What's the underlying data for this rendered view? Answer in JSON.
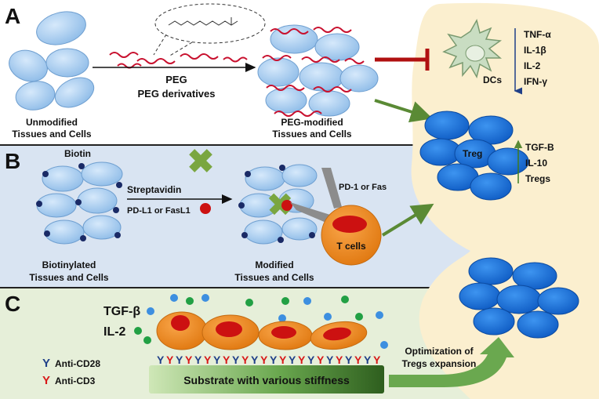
{
  "panel_a": {
    "letter": "A",
    "peg_label": "PEG",
    "peg_derivatives_label": "PEG derivatives",
    "unmodified_line1": "Unmodified",
    "unmodified_line2": "Tissues and Cells",
    "peg_modified_line1": "PEG-modified",
    "peg_modified_line2": "Tissues and Cells",
    "dcs_label": "DCs",
    "cytokines_down": [
      "TNF-α",
      "IL-1β",
      "IL-2",
      "IFN-γ"
    ]
  },
  "panel_b": {
    "letter": "B",
    "biotin_label": "Biotin",
    "streptavidin_label": "Streptavidin",
    "ligand_label": "PD-L1 or FasL1",
    "receptor_label": "PD-1 or Fas",
    "tcell_label": "T cells",
    "biotinylated_line1": "Biotinylated",
    "biotinylated_line2": "Tissues and Cells",
    "modified_line1": "Modified",
    "modified_line2": "Tissues and Cells",
    "treg_label": "Treg",
    "cytokines_up": [
      "TGF-B",
      "IL-10",
      "Tregs"
    ]
  },
  "panel_c": {
    "letter": "C",
    "tgfb_label": "TGF-β",
    "il2_label": "IL-2",
    "anti_cd28_label": "Anti-CD28",
    "anti_cd3_label": "Anti-CD3",
    "substrate_label": "Substrate with various stiffness",
    "optimization_line1": "Optimization of",
    "optimization_line2": "Tregs expansion"
  },
  "colors": {
    "panel_a_bg": "#ffffff",
    "panel_b_bg": "#d9e4f2",
    "panel_c_bg": "#e6efd9",
    "blob_bg": "#fbefcf",
    "tissue_cell": "#a9cdf2",
    "peg_chain": "#c8102e",
    "treg_cell": "#1a73e0",
    "tcell": "#f28a22",
    "nucleus": "#cc1111",
    "streptavidin": "#7aa640",
    "arrow_green": "#5a8a35",
    "inhibit_red": "#b01010",
    "biotin_dot": "#1a2a66",
    "tgfb_dot": "#3d8fe0",
    "il2_dot": "#22a044",
    "anti_cd28": "#1f3f88",
    "anti_cd3": "#d81818"
  }
}
